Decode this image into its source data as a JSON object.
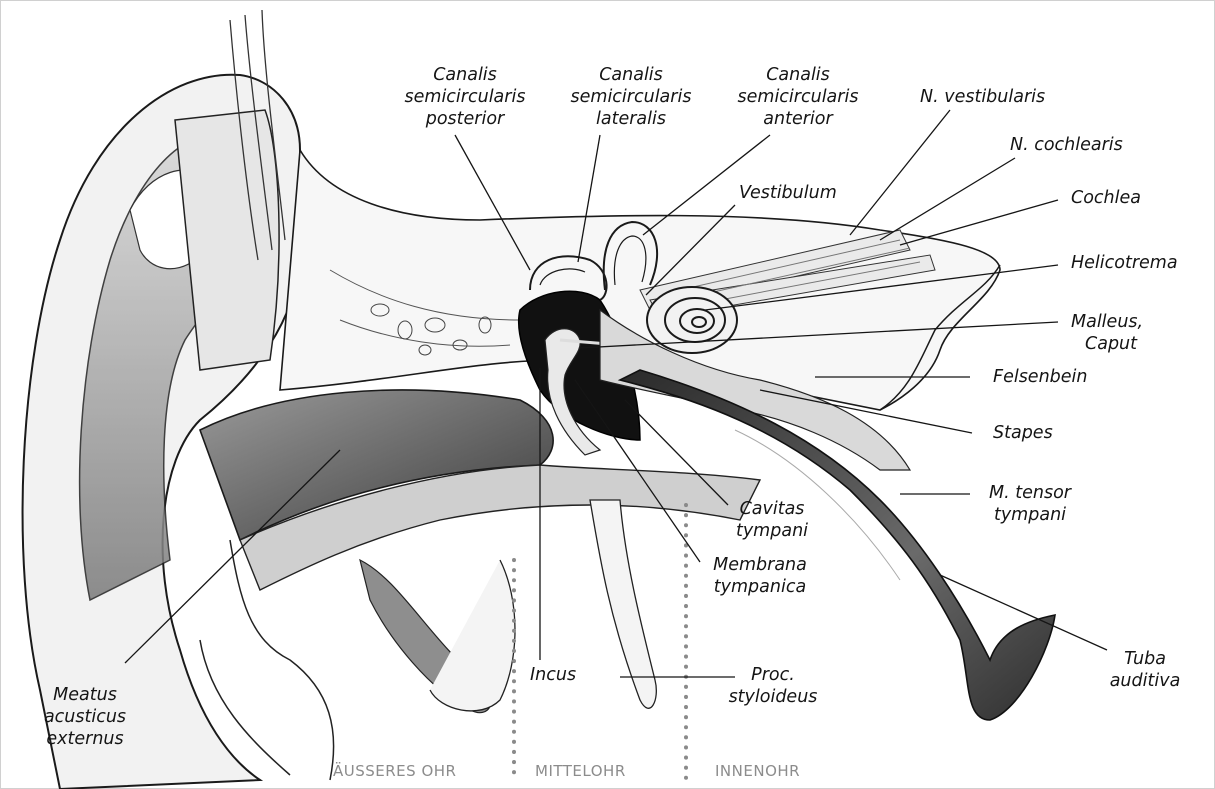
{
  "labels": {
    "canalis_posterior": [
      "Canalis",
      "semicircularis",
      "posterior"
    ],
    "canalis_lateralis": [
      "Canalis",
      "semicircularis",
      "lateralis"
    ],
    "canalis_anterior": [
      "Canalis",
      "semicircularis",
      "anterior"
    ],
    "n_vestibularis": "N. vestibularis",
    "n_cochlearis": "N. cochlearis",
    "vestibulum": "Vestibulum",
    "cochlea": "Cochlea",
    "helicotrema": "Helicotrema",
    "malleus": [
      "Malleus,",
      "Caput"
    ],
    "felsenbein": "Felsenbein",
    "stapes": "Stapes",
    "m_tensor": [
      "M. tensor",
      "tympani"
    ],
    "cavitas": [
      "Cavitas",
      "tympani"
    ],
    "membrana": [
      "Membrana",
      "tympanica"
    ],
    "tuba": [
      "Tuba",
      "auditiva"
    ],
    "incus": "Incus",
    "proc": [
      "Proc.",
      "styloideus"
    ],
    "meatus": [
      "Meatus",
      "acusticus",
      "externus"
    ]
  },
  "sections": {
    "outer": "ÄUSSERES OHR",
    "middle": "MITTELOHR",
    "inner": "INNENOHR"
  },
  "colors": {
    "ink": "#151515",
    "section_text": "#8c8c8c",
    "divider": "#8a8a8a"
  }
}
